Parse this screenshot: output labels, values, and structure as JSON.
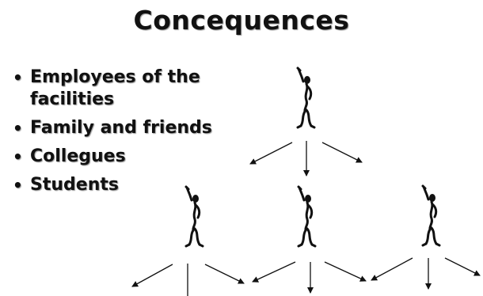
{
  "slide": {
    "title": "Concequences",
    "bullet_glyph": "•",
    "bullets": [
      {
        "line1": "Employees of the",
        "line2": "facilities"
      },
      {
        "line1": "Family and friends"
      },
      {
        "line1": "Collegues"
      },
      {
        "line1": "Students"
      }
    ]
  },
  "diagram": {
    "icon": "stick-figure-icon",
    "ink_color": "#111111"
  }
}
